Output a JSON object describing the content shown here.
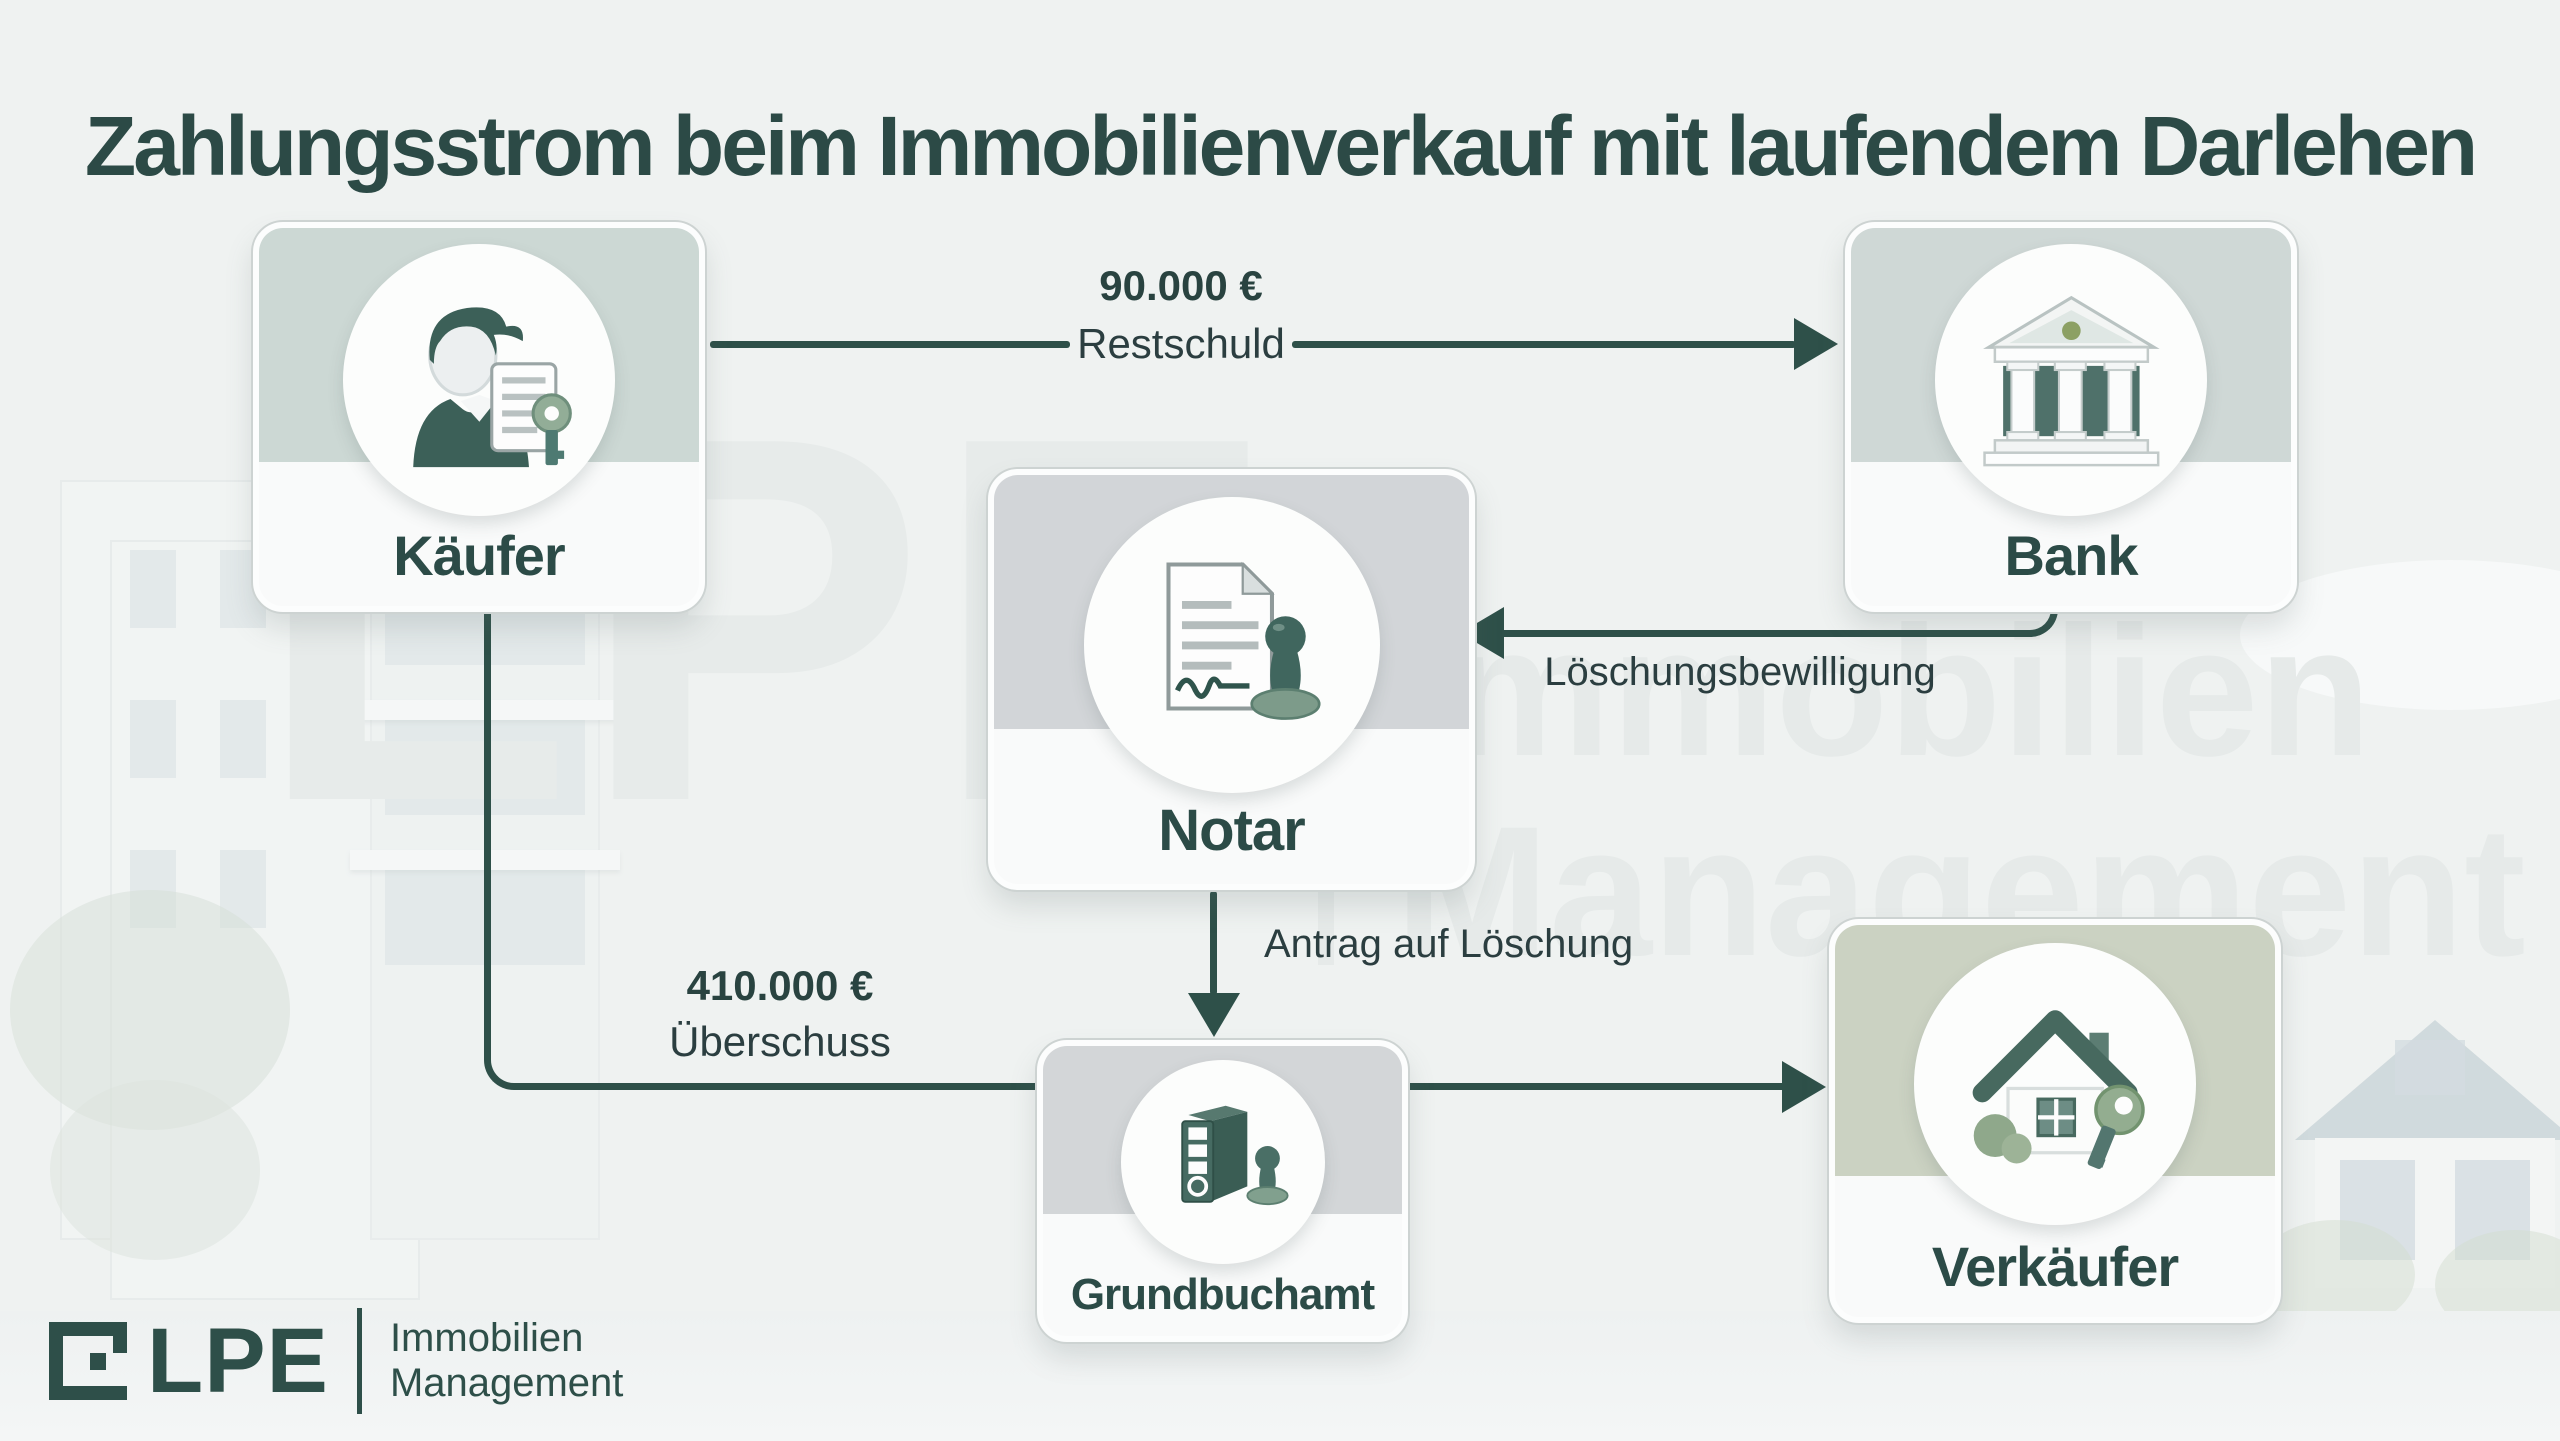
{
  "title": "Zahlungsstrom beim Immobilienverkauf mit laufendem Darlehen",
  "nodes": {
    "kaeufer": {
      "label": "Käufer",
      "icon": "buyer-person-document-key-icon"
    },
    "bank": {
      "label": "Bank",
      "icon": "bank-building-icon"
    },
    "notar": {
      "label": "Notar",
      "icon": "notary-document-stamp-icon"
    },
    "grundbuchamt": {
      "label": "Grundbuchamt",
      "icon": "land-registry-binder-stamp-icon"
    },
    "verkaeufer": {
      "label": "Verkäufer",
      "icon": "seller-house-key-icon"
    }
  },
  "flows": [
    {
      "from": "Käufer",
      "to": "Bank",
      "amount": "90.000 €",
      "label": "Restschuld"
    },
    {
      "from": "Bank",
      "to": "Notar",
      "amount": "",
      "label": "Löschungsbewilligung"
    },
    {
      "from": "Notar",
      "to": "Grundbuchamt",
      "amount": "",
      "label": "Antrag auf Löschung"
    },
    {
      "from": "Käufer",
      "to": "Verkäufer",
      "amount": "410.000 €",
      "label": "Überschuss"
    }
  ],
  "logo": {
    "brand": "LPE",
    "tagline_line1": "Immobilien",
    "tagline_line2": "Management"
  },
  "watermark": {
    "brand": "LPE",
    "line1": "Immobilien",
    "line2": "Management"
  },
  "colors": {
    "accent": "#2e5049",
    "title_text": "#2c4a46",
    "page_bg": "#eff2f1",
    "header_sage": "#ccd8d4",
    "header_gray": "#d2d5d8",
    "header_green": "#cbd2c2",
    "flow_label_text": "#2b3e40"
  }
}
